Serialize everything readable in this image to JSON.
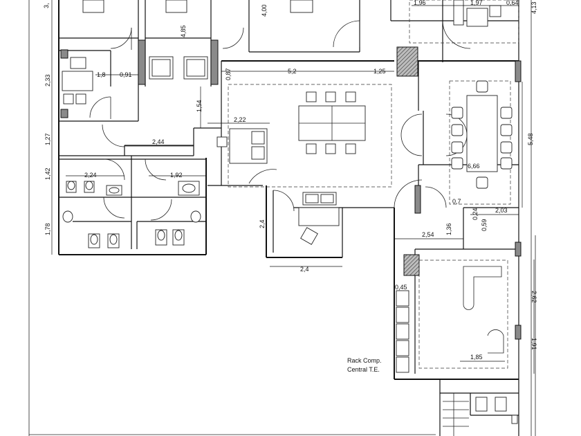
{
  "dimensions": {
    "d_1_96": "1,96",
    "d_1_97": "1,97",
    "d_0_64": "0,64",
    "d_4_13": "4,13",
    "d_4_00": "4,00",
    "d_4_85": "4,85",
    "d_2_33": "2,33",
    "d_1_8": "1,8",
    "d_0_91": "0,91",
    "d_0_87": "0,87",
    "d_5_2": "5,2",
    "d_1_25": "1,25",
    "d_1_54": "1,54",
    "d_1_27": "1,27",
    "d_2_22": "2,22",
    "d_2_44": "2,44",
    "d_5_48": "5,48",
    "d_1_42": "1,42",
    "d_2_24": "2,24",
    "d_1_92": "1,92",
    "d_6_66": "6,66",
    "d_0_7": "0,7",
    "d_0_24": "0,24",
    "d_2_03": "2,03",
    "d_0_59": "0,59",
    "d_1_78": "1,78",
    "d_2_4_v": "2,4",
    "d_2_54": "2,54",
    "d_1_36": "1,36",
    "d_2_4_h": "2,4",
    "d_0_45": "0,45",
    "d_2_62": "2,62",
    "d_1_91": "1,91",
    "d_1_85": "1,85",
    "d_3": "3,"
  },
  "notes": {
    "rack_line1": "Rack Comp.",
    "rack_line2": "Central T.E."
  }
}
